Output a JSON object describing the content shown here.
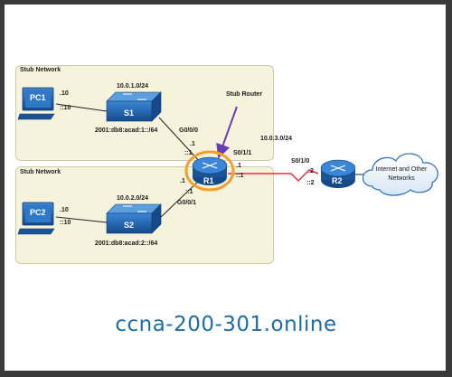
{
  "zones": {
    "top_label": "Stub Network",
    "bottom_label": "Stub Network"
  },
  "devices": {
    "pc1": "PC1",
    "pc2": "PC2",
    "s1": "S1",
    "s2": "S2",
    "r1": "R1",
    "r2": "R2",
    "cloud": "Internet and Other Networks"
  },
  "labels": {
    "stub_router": "Stub Router",
    "net1_v4": "10.0.1.0/24",
    "net1_v6": "2001:db8:acad:1::/64",
    "net2_v4": "10.0.2.0/24",
    "net2_v6": "2001:db8:acad:2::/64",
    "net3_v4": "10.0.3.0/24",
    "pc1_v4": ".10",
    "pc1_v6": "::10",
    "pc2_v4": ".10",
    "pc2_v6": "::10",
    "r1_g000": "G0/0/0",
    "r1_g000_v4": ".1",
    "r1_g000_v6": "::1",
    "r1_g001": "G0/0/1",
    "r1_g001_v4": ".1",
    "r1_g001_v6": "::1",
    "r1_s011": "S0/1/1",
    "r1_s011_v4": ".1",
    "r1_s011_v6": "::1",
    "r2_s010": "S0/1/0",
    "r2_s010_v4": ".2",
    "r2_s010_v6": "::2"
  },
  "watermark": "ccna-200-301.online",
  "colors": {
    "zone_bg": "#f6f3dc",
    "router_ring": "#f0a030",
    "device_blue": "#1f5fa8",
    "serial_link": "#e03040",
    "arrow": "#6a3db8"
  }
}
